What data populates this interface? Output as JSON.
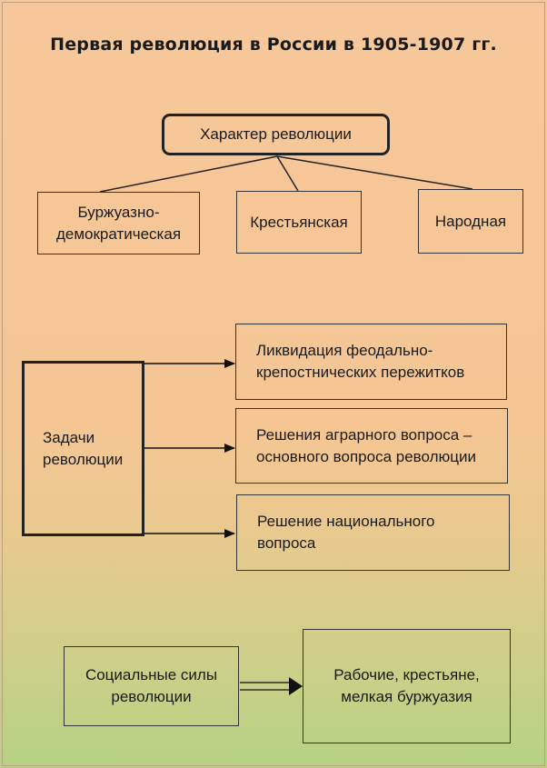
{
  "title": "Первая революция в России в 1905-1907 гг.",
  "character": {
    "header": "Характер революции",
    "items": [
      "Буржуазно-\nдемократическая",
      "Крестьянская",
      "Народная"
    ]
  },
  "tasks": {
    "header": "Задачи\nреволюции",
    "items": [
      "Ликвидация феодально-\nкрепостнических пережитков",
      "Решения аграрного вопроса –\nосновного вопроса революции",
      "Решение национального\nвопроса"
    ]
  },
  "forces": {
    "header": "Социальные силы\nреволюции",
    "value": "Рабочие, крестьяне,\nмелкая буржуазия"
  }
}
